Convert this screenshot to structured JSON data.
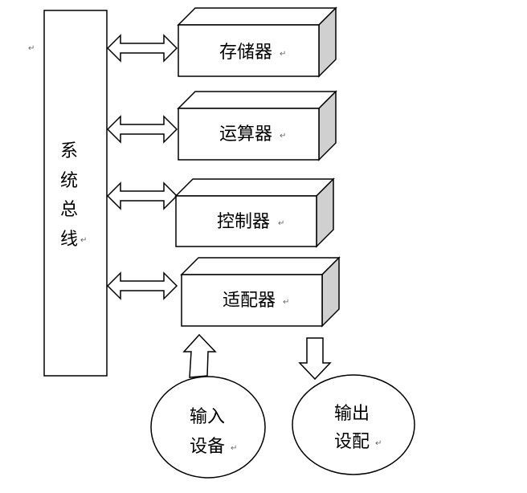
{
  "paragraph_mark": "↵",
  "bus": {
    "chars": [
      "系",
      "统",
      "总",
      "线"
    ]
  },
  "components": [
    {
      "label": "存储器"
    },
    {
      "label": "运算器"
    },
    {
      "label": "控制器"
    },
    {
      "label": "适配器"
    }
  ],
  "input_device": {
    "line1": "输入",
    "line2": "设备"
  },
  "output_device": {
    "line1": "输出",
    "line2": "设配"
  }
}
